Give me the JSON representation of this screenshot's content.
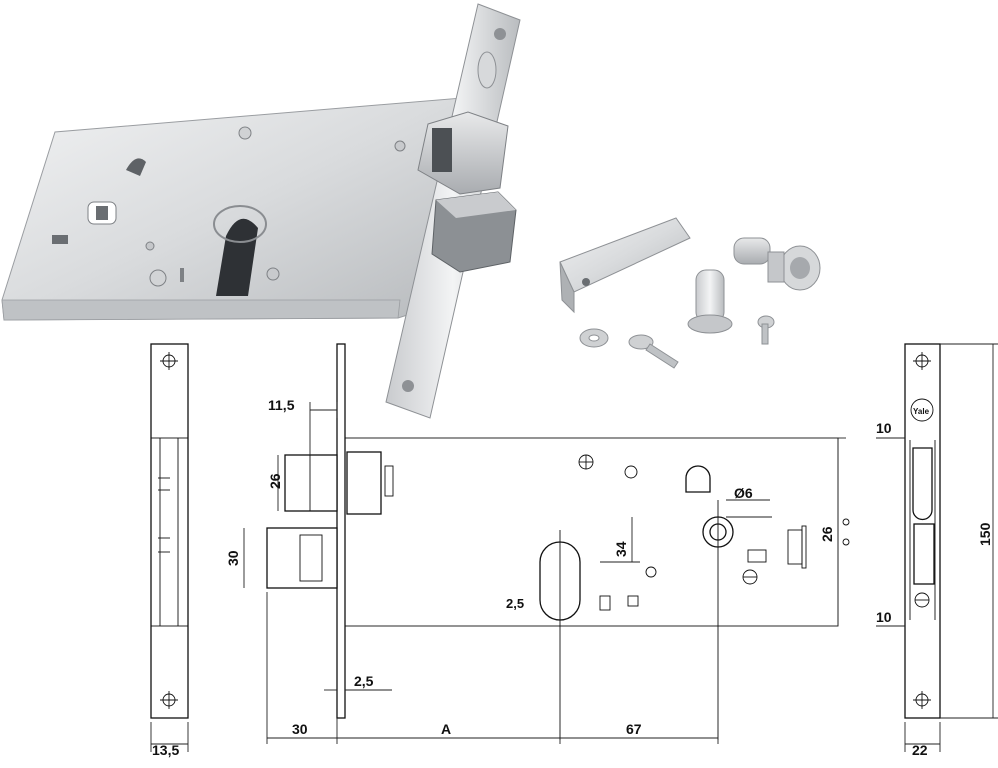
{
  "figure": {
    "dimensions": {
      "backset_label": "A",
      "d_11_5": "11,5",
      "d_26_latch": "26",
      "d_30_bolt": "30",
      "d_2_5_front": "2,5",
      "d_30_bottom": "30",
      "d_67": "67",
      "d_6_dia": "Ø6",
      "d_34": "34",
      "d_2_5_key": "2,5",
      "d_26_right": "26",
      "d_13_5": "13,5",
      "d_10_top": "10",
      "d_10_bottom": "10",
      "d_150": "150",
      "d_22": "22"
    },
    "logo": {
      "text": "Yale"
    }
  }
}
